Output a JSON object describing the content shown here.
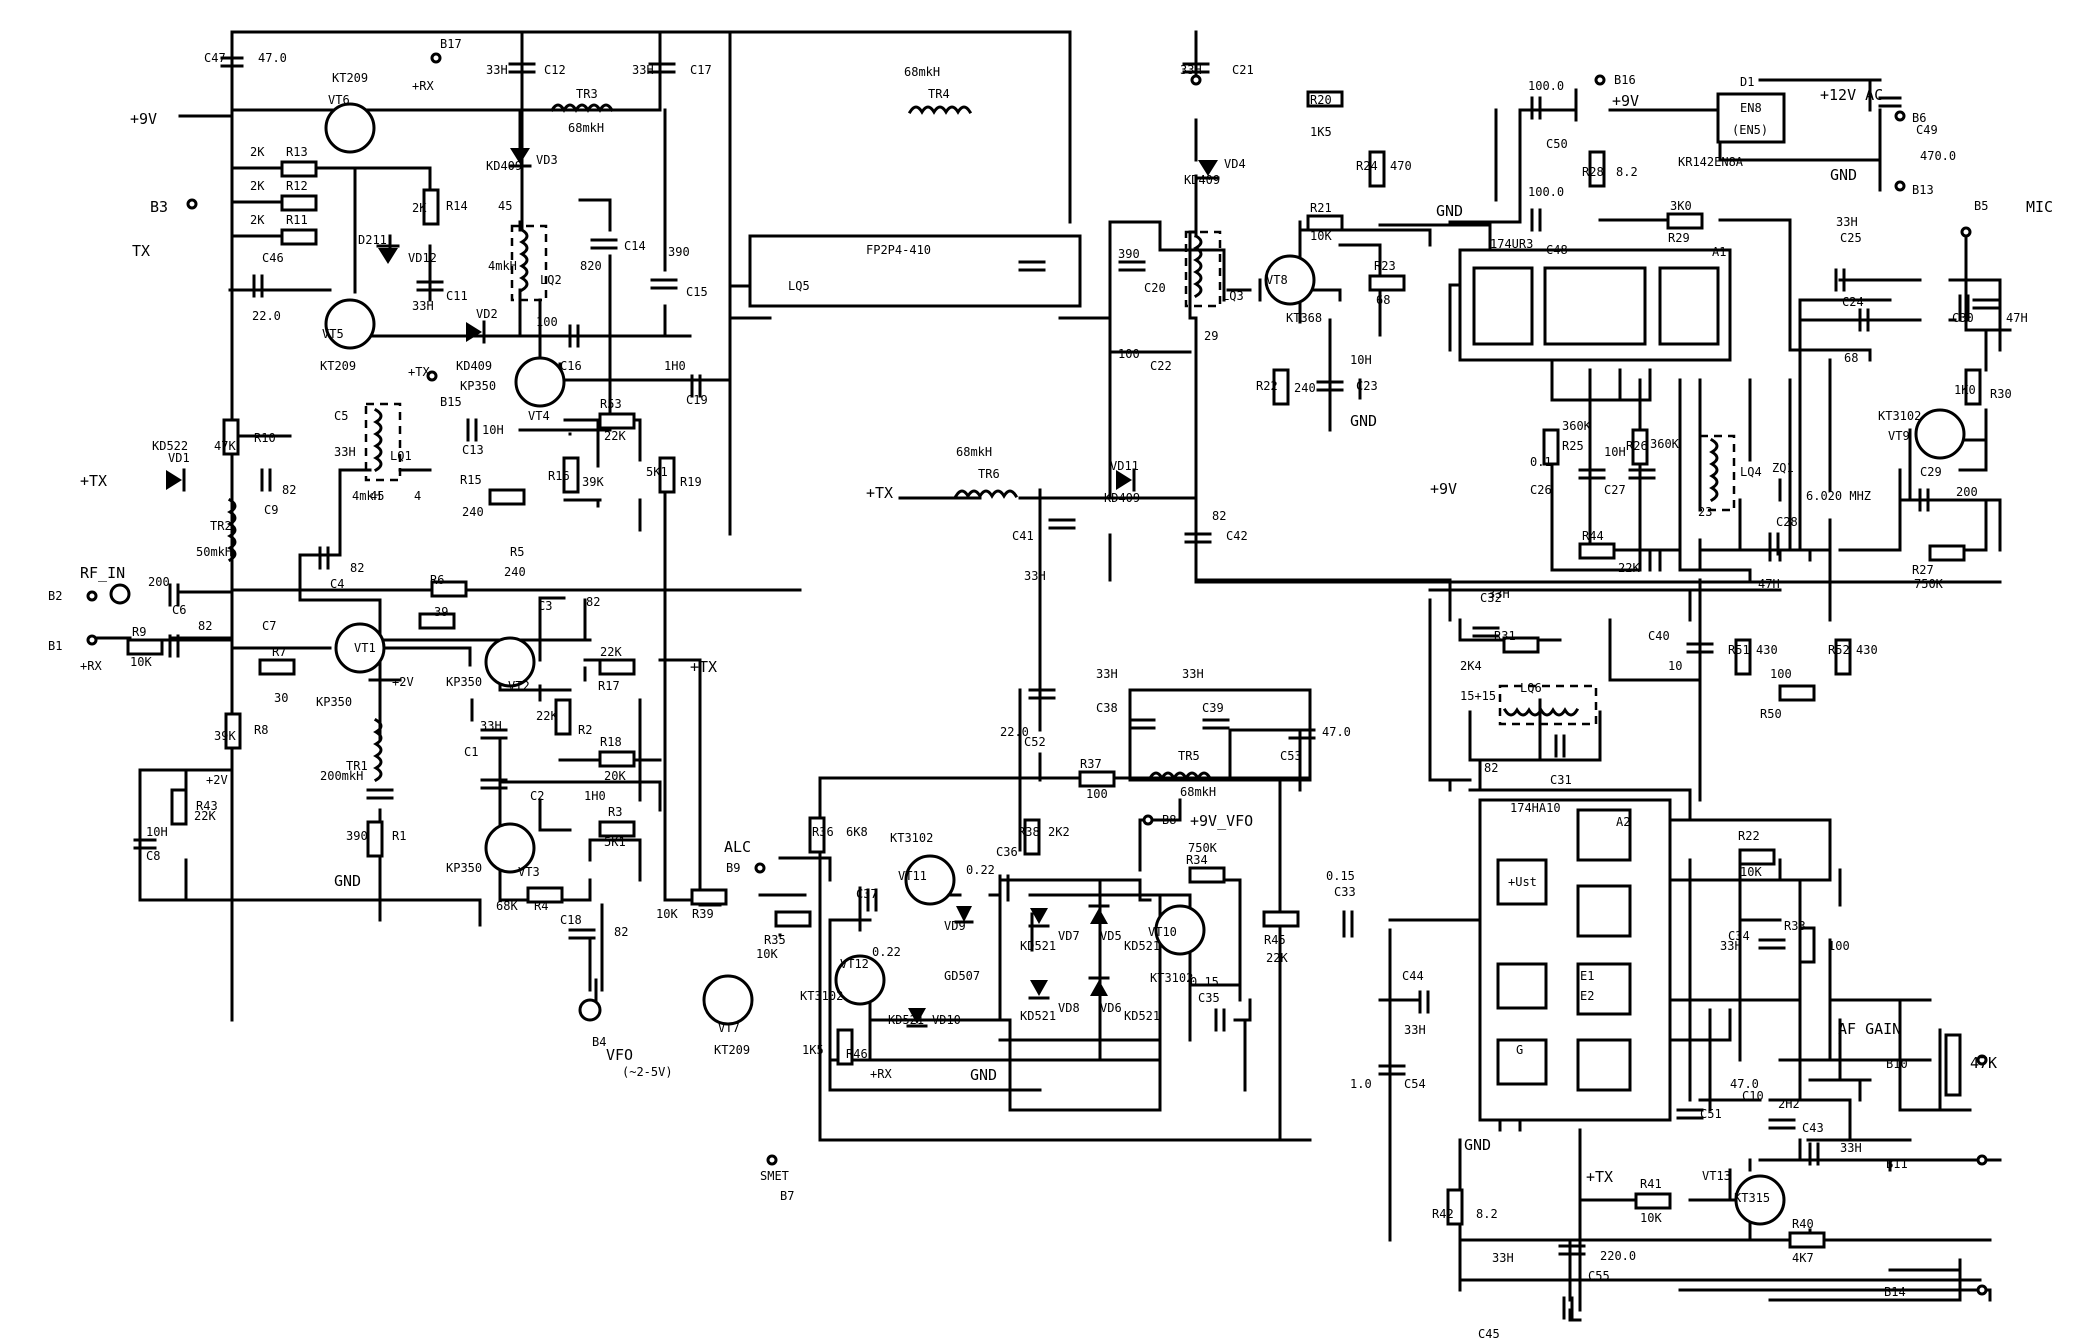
{
  "labels": {
    "kt209_vt6": "KT209",
    "vt6": "VT6",
    "r13": "R13",
    "r12": "R12",
    "r11": "R11",
    "r13v": "2K",
    "r12v": "2K",
    "r11v": "2K",
    "b3": "B3",
    "tx": "TX",
    "c46": "C46",
    "c46v": "22.0",
    "vt5": "VT5",
    "kt209_vt5": "KT209",
    "d211": "D211",
    "vd12": "VD12",
    "r14": "R14",
    "r14v": "2K",
    "c11": "C11",
    "c11v": "33H",
    "c47": "C47",
    "c47v": "47.0",
    "p9v": "+9V",
    "prx1": "+RX",
    "b17": "B17",
    "c12": "C12",
    "c12v": "33H",
    "c17": "C17",
    "c17v": "33H",
    "tr3": "TR3",
    "tr3v": "68mkH",
    "tr4": "TR4",
    "tr4v": "68mkH",
    "kd409_vd3": "KD409",
    "vd3": "VD3",
    "lq2": "LQ2",
    "lq2v": "4mkH",
    "lq2n": "45",
    "c14": "C14",
    "c14v": "820",
    "c15": "C15",
    "c15v": "390",
    "vd2": "VD2",
    "kd409_vd2": "KD409",
    "c16v": "100",
    "c16": "C16",
    "b15": "B15",
    "ptx1": "+TX",
    "kp350_vt4": "KP350",
    "vt4": "VT4",
    "c13": "C13",
    "c13v": "10H",
    "r15": "R15",
    "r15v": "240",
    "r53": "R53",
    "r53v": "22K",
    "r16": "R16",
    "r16v": "39K",
    "r19": "R19",
    "r19v": "5K1",
    "c19": "C19",
    "c19v": "1H0",
    "kd522": "KD522",
    "vd1": "VD1",
    "ptx2": "+TX",
    "r10": "R10",
    "r10v": "47K",
    "c5": "C5",
    "c5v": "33H",
    "lq1": "LQ1",
    "lq1v": "4mkH",
    "lq1n": "45",
    "lq1p": "4",
    "c9": "C9",
    "c9v": "82",
    "tr2": "TR2",
    "tr2v": "50mkH",
    "c4": "C4",
    "c4v": "82",
    "r5": "R5",
    "r5v": "240",
    "c3": "C3",
    "c3v": "82",
    "rf_in": "RF_IN",
    "b2": "B2",
    "c6v": "200",
    "c6": "C6",
    "r6": "R6",
    "r6v": "39",
    "c7": "C7",
    "c7v": "82",
    "b1": "B1",
    "prx2": "+RX",
    "r9": "R9",
    "r9v": "10K",
    "vt1": "VT1",
    "kp350_vt1": "KP350",
    "r7": "R7",
    "r7v": "30",
    "p2v": "+2V",
    "vt2": "VT2",
    "kp350_vt2": "KP350",
    "r17": "R17",
    "r17v": "22K",
    "ptx3": "+TX",
    "r8": "R8",
    "r8v": "39K",
    "r43": "R43",
    "r43v": "22K",
    "p2v2": "+2V",
    "c8": "C8",
    "c8v": "10H",
    "tr1": "TR1",
    "tr1v": "200mkH",
    "r1": "R1",
    "r1v": "390",
    "r2": "R2",
    "r2v": "22K",
    "c1": "C1",
    "c1v": "33H",
    "r18": "R18",
    "r18v": "20K",
    "c2": "C2",
    "c2v": "1H0",
    "r3": "R3",
    "r3v": "5K1",
    "vt3": "VT3",
    "kp350_vt3": "KP350",
    "gnd1": "GND",
    "r4": "R4",
    "r4v": "68K",
    "c18": "C18",
    "c18v": "82",
    "b4": "B4",
    "vfo": "VFO",
    "vfo_range": "(~2-5V)",
    "fp2p4": "FP2P4-410",
    "lq5": "LQ5",
    "kd409_vd4": "KD409",
    "vd4": "VD4",
    "c21": "C21",
    "c21v": "33H",
    "c20": "C20",
    "c20v": "390",
    "c22": "C22",
    "c22v": "100",
    "lq3": "LQ3",
    "lq3n": "29",
    "r20": "R20",
    "r20v": "1K5",
    "r24": "R24",
    "r24v": "470",
    "r21": "R21",
    "r21v": "10K",
    "gnd2": "GND",
    "vt8": "VT8",
    "kt368": "KT368",
    "r23": "R23",
    "r23v": "68",
    "r22": "R22",
    "r22v": "240",
    "c23": "C23",
    "c23v": "10H",
    "gnd3": "GND",
    "tr6": "TR6",
    "tr6v": "68mkH",
    "ptx4": "+TX",
    "vd11": "VD11",
    "kd409_vd11": "KD409",
    "c41": "C41",
    "c41v": "33H",
    "c42": "C42",
    "c42v": "82",
    "c50": "C50",
    "c50v": "100.0",
    "b16": "B16",
    "p9v2": "+9V",
    "d1": "D1",
    "en8": "EN8",
    "en5": "(EN5)",
    "p12v": "+12V AC",
    "b6": "B6",
    "c49": "C49",
    "c49v": "470.0",
    "kr142": "KR142EN8A",
    "gnd4": "GND",
    "b13": "B13",
    "r28": "R28",
    "r28v": "8.2",
    "c48": "C48",
    "c48v": "100.0",
    "r29": "R29",
    "r29v": "3K0",
    "a1": "A1",
    "ic174ur3": "174UR3",
    "c25": "C25",
    "c25v": "33H",
    "c24": "C24",
    "c24v": "68",
    "b5": "B5",
    "mic": "MIC",
    "c30": "C30",
    "c30v": "47H",
    "r30": "R30",
    "r30v": "1K0",
    "vt9": "VT9",
    "kt3102": "KT3102",
    "c29": "C29",
    "c29v": "200",
    "r27": "R27",
    "r27v": "750K",
    "c28": "C28",
    "c28v": "47H",
    "c26": "C26",
    "c26v": "0.1",
    "r25": "R25",
    "r25v": "360K",
    "c27": "C27",
    "c27v": "10H",
    "r26": "R26",
    "r26v": "360K",
    "r44": "R44",
    "r44v": "22K",
    "lq4": "LQ4",
    "lq4n": "23",
    "zq1": "ZQ1",
    "zq1v": "6.020 MHZ",
    "p9v3": "+9V",
    "c32": "C32",
    "c32v": "33H",
    "r31": "R31",
    "r31v": "2K4",
    "c40": "C40",
    "c40v": "10",
    "r51": "R51",
    "r51v": "430",
    "r52": "R52",
    "r52v": "430",
    "r50": "R50",
    "r50v": "100",
    "lq6": "LQ6",
    "lq6n": "15+15",
    "c31": "C31",
    "c31v": "82",
    "c52": "C52",
    "c52v": "22.0",
    "c38": "C38",
    "c38v": "33H",
    "c39": "C39",
    "c39v": "33H",
    "c53": "C53",
    "c53v": "47.0",
    "r37": "R37",
    "r37v": "100",
    "tr5": "TR5",
    "tr5v": "68mkH",
    "b8": "B8",
    "p9v_vfo": "+9V_VFO",
    "alc": "ALC",
    "b9": "B9",
    "r36": "R36",
    "r36v": "6K8",
    "vt11": "VT11",
    "kt3102_11": "KT3102",
    "r38": "R38",
    "r38v": "2K2",
    "c36": "C36",
    "c36v": "0.22",
    "r34": "R34",
    "r34v": "750K",
    "c37": "C37",
    "c37v": "0.22",
    "vd9": "VD9",
    "gd507": "GD507",
    "vd7": "VD7",
    "vd5": "VD5",
    "kd521a": "KD521",
    "kd521b": "KD521",
    "vd8": "VD8",
    "vd6": "VD6",
    "kd521c": "KD521",
    "kd521d": "KD521",
    "vt10": "VT10",
    "kt3102_10": "KT3102",
    "c35": "C35",
    "c35v": "0.15",
    "r45": "R45",
    "r45v": "22K",
    "c33": "C33",
    "c33v": "0.15",
    "r39": "R39",
    "r39v": "10K",
    "r35": "R35",
    "r35v": "10K",
    "vt12": "VT12",
    "kt3102_12": "KT3102",
    "vd10": "VD10",
    "kd521_10": "KD521",
    "vt7": "VT7",
    "kt209_7": "KT209",
    "r46": "R46",
    "r46v": "1K5",
    "prx3": "+RX",
    "gnd5": "GND",
    "smet": "SMET",
    "b7": "B7",
    "a2": "A2",
    "ic174ha10": "174HA10",
    "ust": "+Ust",
    "r22b": "R22",
    "r22bv": "10K",
    "c34": "C34",
    "c34v": "33H",
    "r33": "R33",
    "r33v": "100",
    "c44": "C44",
    "c44v": "33H",
    "c54": "C54",
    "c54v": "1.0",
    "af_gain": "AF GAIN",
    "b10": "B10",
    "p47k": "47K",
    "c51": "C51",
    "c51v": "47.0",
    "c10": "C10",
    "c10v": "2H2",
    "c43": "C43",
    "c43v": "33H",
    "b11": "B11",
    "gnd6": "GND",
    "ptx5": "+TX",
    "r41": "R41",
    "r41v": "10K",
    "vt13": "VT13",
    "kt315": "KT315",
    "r42": "R42",
    "r42v": "8.2",
    "r40": "R40",
    "r40v": "4K7",
    "c55": "C55",
    "c55v": "220.0",
    "c45": "C45",
    "c45v": "33H",
    "b14": "B14",
    "e1": "E1",
    "e2": "E2",
    "g": "G"
  }
}
